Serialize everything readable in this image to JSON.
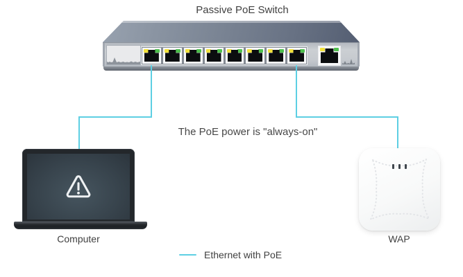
{
  "title": "Passive PoE Switch",
  "annotation": "The PoE power is \"always-on\"",
  "switch": {
    "name": "Passive PoE Switch",
    "port_count": 8,
    "uplink_port_count": 1
  },
  "computer": {
    "label": "Computer",
    "screen_icon": "warning-icon"
  },
  "wap": {
    "label": "WAP",
    "led_count": 3
  },
  "connections": [
    {
      "from": "switch-port-1",
      "to": "computer",
      "type": "Ethernet with PoE"
    },
    {
      "from": "switch-port-8",
      "to": "wap",
      "type": "Ethernet with PoE"
    }
  ],
  "legend": {
    "label": "Ethernet with PoE"
  },
  "colors": {
    "cable": "#5dcfe3",
    "led_yellow": "#f2e23c",
    "led_green": "#4fc04e",
    "text": "#404040"
  }
}
